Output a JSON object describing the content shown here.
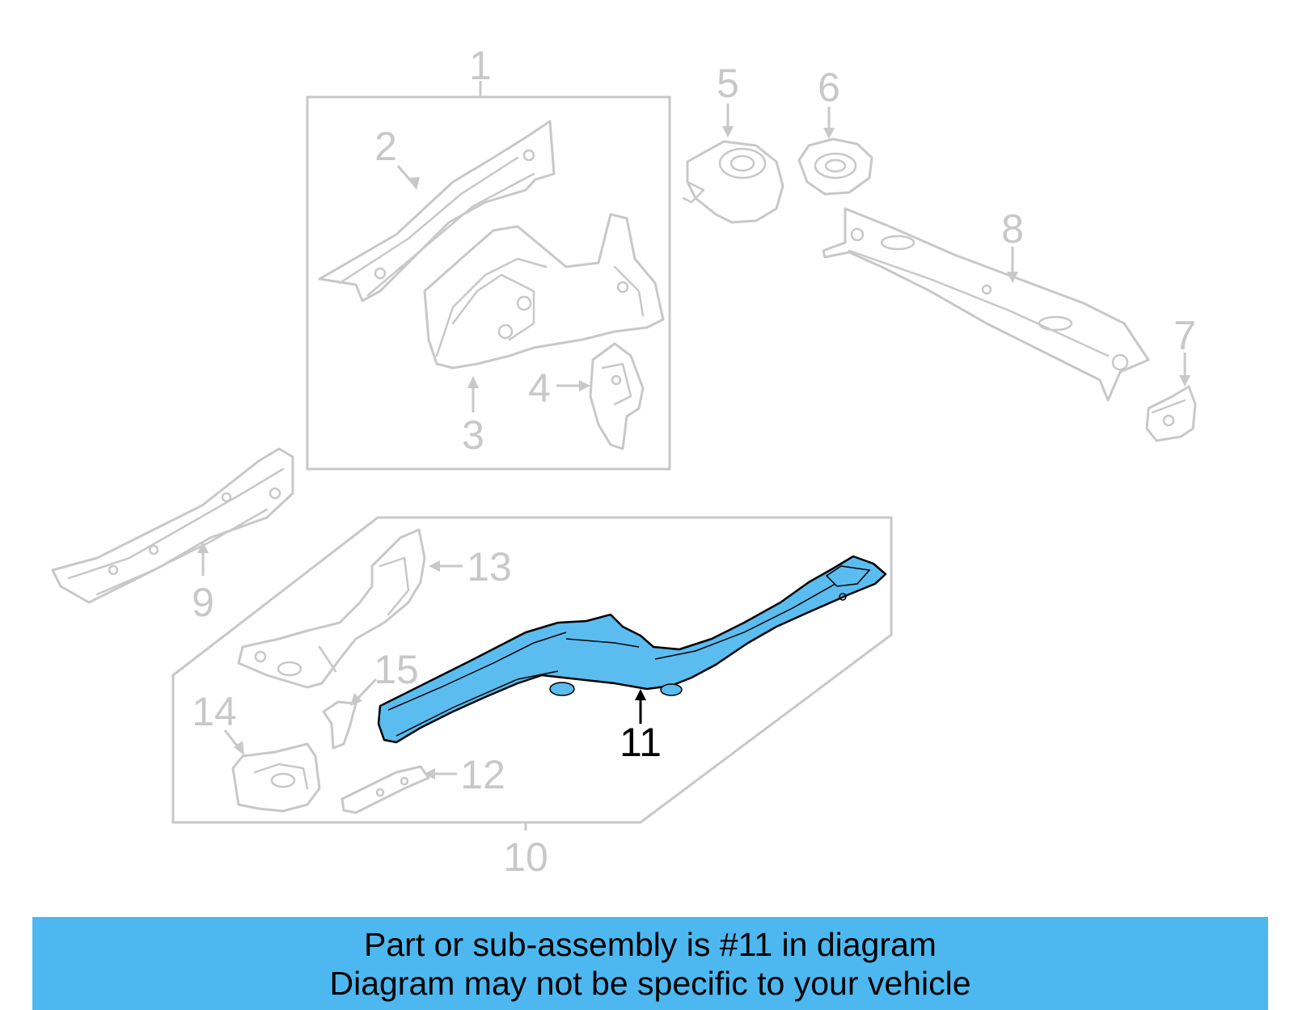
{
  "colors": {
    "highlight": "#4db8f0",
    "highlight_part": "#5bbcef",
    "muted_part": "#c8c8c8",
    "highlight_label": "#000000",
    "muted_label": "#c8c8c8"
  },
  "callouts": {
    "c1": "1",
    "c2": "2",
    "c3": "3",
    "c4": "4",
    "c5": "5",
    "c6": "6",
    "c7": "7",
    "c8": "8",
    "c9": "9",
    "c10": "10",
    "c11": "11",
    "c12": "12",
    "c13": "13",
    "c14": "14",
    "c15": "15"
  },
  "banner": {
    "line1": "Part or sub-assembly is #11 in diagram",
    "line2": "Diagram may not be specific to your vehicle"
  }
}
